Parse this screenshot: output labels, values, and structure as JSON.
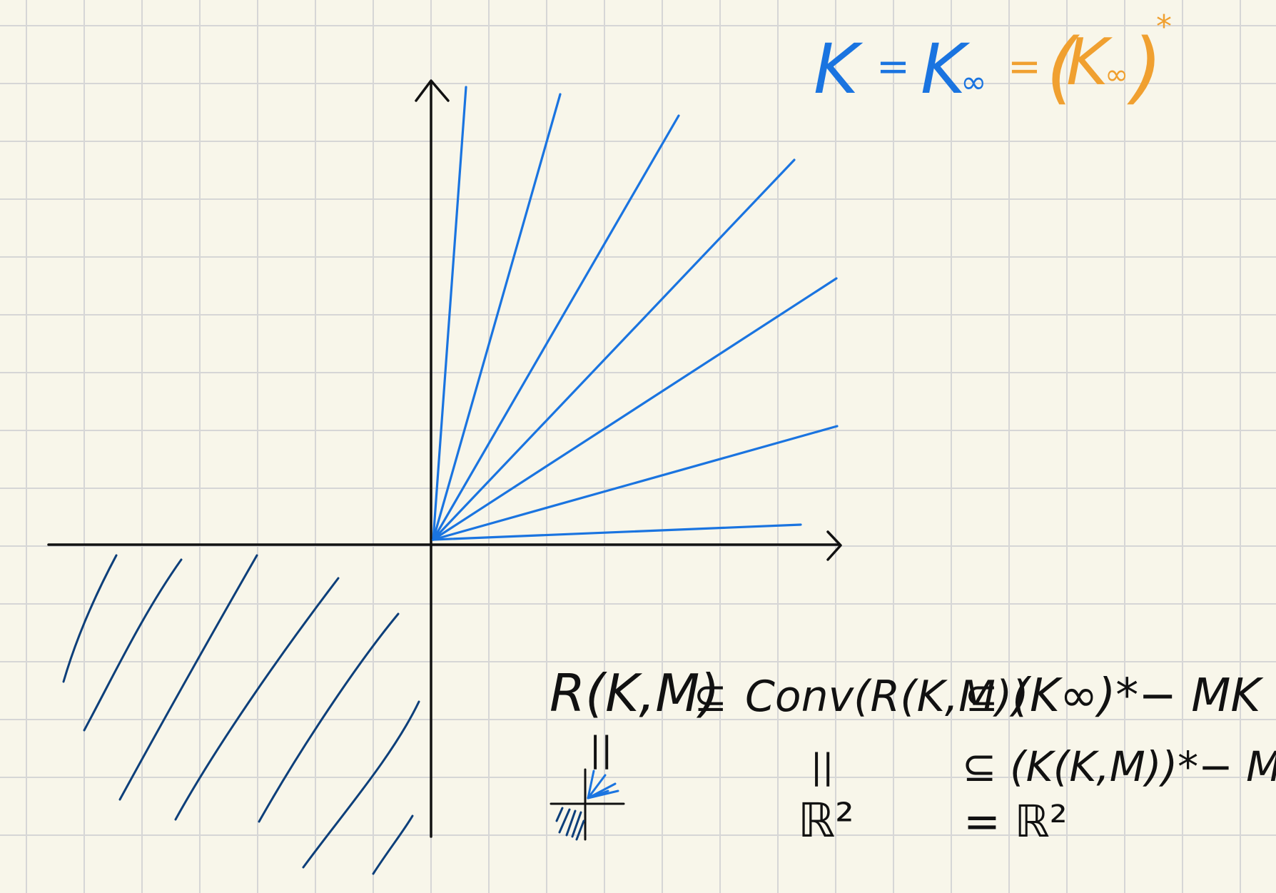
{
  "colors": {
    "paper": "#f8f6ea",
    "grid": "#d6d6d6",
    "axis": "#111111",
    "ray": "#1a74e0",
    "hatch": "#0d3f7a",
    "orange": "#f0a030",
    "ink": "#111111"
  },
  "title": {
    "k": "K",
    "eq1": "=",
    "k_inf": "K",
    "inf_sub": "∞",
    "eq2": "=",
    "paren_open": "(",
    "k_inf2": "K",
    "inf_sub2": "∞",
    "paren_close": ")",
    "star": "*"
  },
  "notes": {
    "line1": {
      "r_km": "R(K,M)",
      "subset1": "⊆",
      "conv": "Conv(R(K,M))",
      "subset2": "⊆",
      "dual": "(K∞)*− MK"
    },
    "line2_eq_left": "||",
    "line2_eq_mid": "||",
    "line2_right": "⊆ (K(K,M))*− MK",
    "line3_mid": "ℝ²",
    "line3_right": "= ℝ²"
  }
}
